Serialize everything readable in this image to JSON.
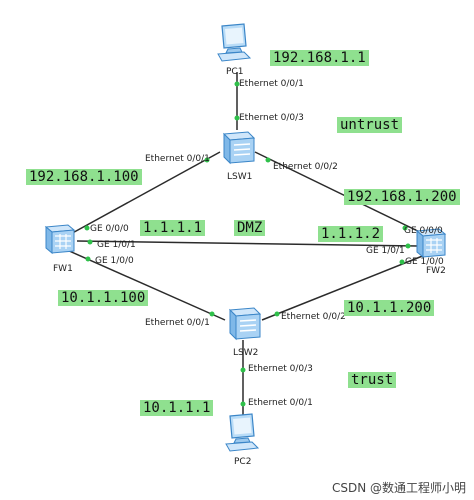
{
  "devices": {
    "pc1": "PC1",
    "lsw1": "LSW1",
    "fw1": "FW1",
    "fw2": "FW2",
    "lsw2": "LSW2",
    "pc2": "PC2"
  },
  "ports": {
    "pc1_e001": "Ethernet 0/0/1",
    "lsw1_e003": "Ethernet 0/0/3",
    "lsw1_e001": "Ethernet 0/0/1",
    "lsw1_e002": "Ethernet 0/0/2",
    "fw1_ge000": "GE 0/0/0",
    "fw1_ge101": "GE 1/0/1",
    "fw1_ge100": "GE 1/0/0",
    "fw2_ge000": "GE 0/0/0",
    "fw2_ge101": "GE 1/0/1",
    "fw2_ge100": "GE 1/0/0",
    "lsw2_e001": "Ethernet 0/0/1",
    "lsw2_e002": "Ethernet 0/0/2",
    "lsw2_e003": "Ethernet 0/0/3",
    "pc2_e001": "Ethernet 0/0/1"
  },
  "labels": {
    "ip_pc1": "192.168.1.1",
    "untrust": "untrust",
    "ip_fw1_up": "192.168.1.100",
    "ip_fw2_up": "192.168.1.200",
    "ip_fw1_dmz": "1.1.1.1",
    "dmz": "DMZ",
    "ip_fw2_dmz": "1.1.1.2",
    "ip_fw1_down": "10.1.1.100",
    "ip_fw2_down": "10.1.1.200",
    "trust": "trust",
    "ip_pc2": "10.1.1.1"
  },
  "watermark": "CSDN @数通工程师小明",
  "colors": {
    "label_bg": "#8fe08f",
    "link": "#2b2b2b",
    "port_dot": "#2fc04a",
    "device_blue": "#5aa9e6"
  },
  "icons": {
    "pc": "pc-icon",
    "switch": "switch-icon",
    "firewall": "firewall-icon"
  }
}
